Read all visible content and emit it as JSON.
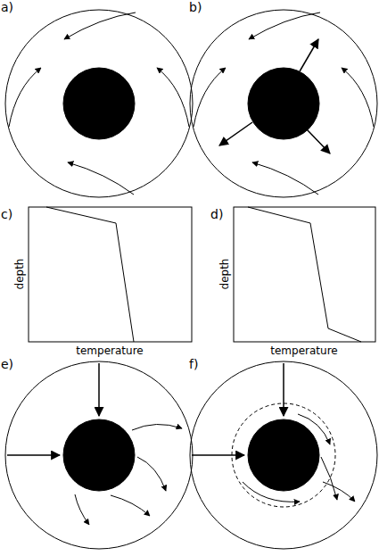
{
  "diagram": {
    "labels": [
      "a)",
      "b)",
      "c)",
      "depth",
      "temperature",
      "d)",
      "depth",
      "temperature",
      "e)",
      "f)"
    ]
  }
}
